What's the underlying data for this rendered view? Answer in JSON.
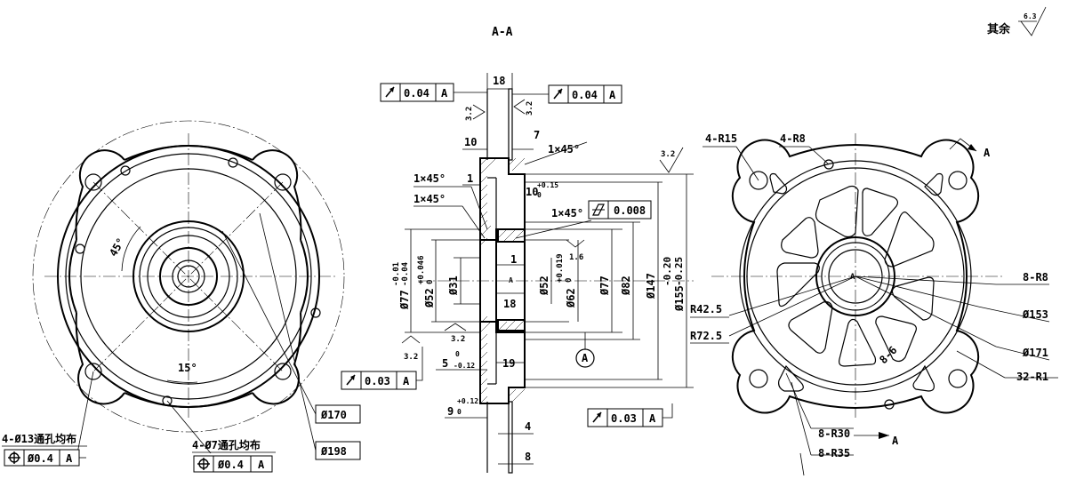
{
  "header": {
    "section_title": "A-A",
    "rest_roughness_label": "其余",
    "rest_roughness_value": "6.3"
  },
  "left_view": {
    "angle_45": "45°",
    "angle_15": "15°",
    "dia_170": "Ø170",
    "dia_198": "Ø198",
    "holes_13_note": "4-Ø13通孔均布",
    "holes_13_tol": "Ø0.4",
    "holes_13_datum": "A",
    "holes_7_note": "4-Ø7通孔均布",
    "holes_7_tol": "Ø0.4",
    "holes_7_datum": "A"
  },
  "section_view": {
    "runout_top_left": {
      "value": "0.04",
      "datum": "A"
    },
    "runout_top_right": {
      "value": "0.04",
      "datum": "A"
    },
    "runout_bottom_left": {
      "value": "0.03",
      "datum": "A"
    },
    "runout_bottom_right": {
      "value": "0.03",
      "datum": "A"
    },
    "flatness": {
      "value": "0.008"
    },
    "dim_18_top": "18",
    "dim_10": "10",
    "dim_7": "7",
    "chamfer_1": "1×45°",
    "chamfer_2": "1×45°",
    "chamfer_3": "1×45°",
    "chamfer_4": "1×45°",
    "dim_1_top": "1",
    "dim_10_tol": "10",
    "dim_10_tol_upper": "+0.15",
    "dim_10_tol_lower": "0",
    "dim_1_mid": "1",
    "dim_18_mid": "18",
    "dim_19": "19",
    "dim_5": "5",
    "dim_5_upper": "0",
    "dim_5_lower": "-0.12",
    "dim_9": "9",
    "dim_9_upper": "+0.12",
    "dim_9_lower": "0",
    "dim_4": "4",
    "dim_8": "8",
    "dia_77_tol": "Ø77",
    "dia_77_upper": "-0.01",
    "dia_77_lower": "-0.04",
    "dia_52_tol": "Ø52",
    "dia_52_upper": "+0.046",
    "dia_52_lower": "0",
    "dia_31": "Ø31",
    "dia_52": "Ø52",
    "dia_62_tol": "Ø62",
    "dia_62_upper": "+0.019",
    "dia_62_lower": "0",
    "dia_77": "Ø77",
    "dia_82": "Ø82",
    "dia_147": "Ø147",
    "dia_155": "Ø155",
    "dia_155_upper": "-0.20",
    "dia_155_lower": "-0.25",
    "rough_32_a": "3.2",
    "rough_32_b": "3.2",
    "rough_32_c": "3.2",
    "rough_32_d": "3.2",
    "rough_32_e": "3.2",
    "rough_16": "1.6",
    "datum_label": "A",
    "center_datum": "A"
  },
  "right_view": {
    "r15": "4-R15",
    "r8": "4-R8",
    "section_arrow_a_top": "A",
    "section_arrow_a_bottom": "A",
    "r8_8": "8-R8",
    "dia_153": "Ø153",
    "dia_171": "Ø171",
    "r1_32": "32-R1",
    "r42": "R42.5",
    "r72": "R72.5",
    "count_8_6": "8-6",
    "r30": "8-R30",
    "r35": "8-R35",
    "center_label": "A"
  }
}
